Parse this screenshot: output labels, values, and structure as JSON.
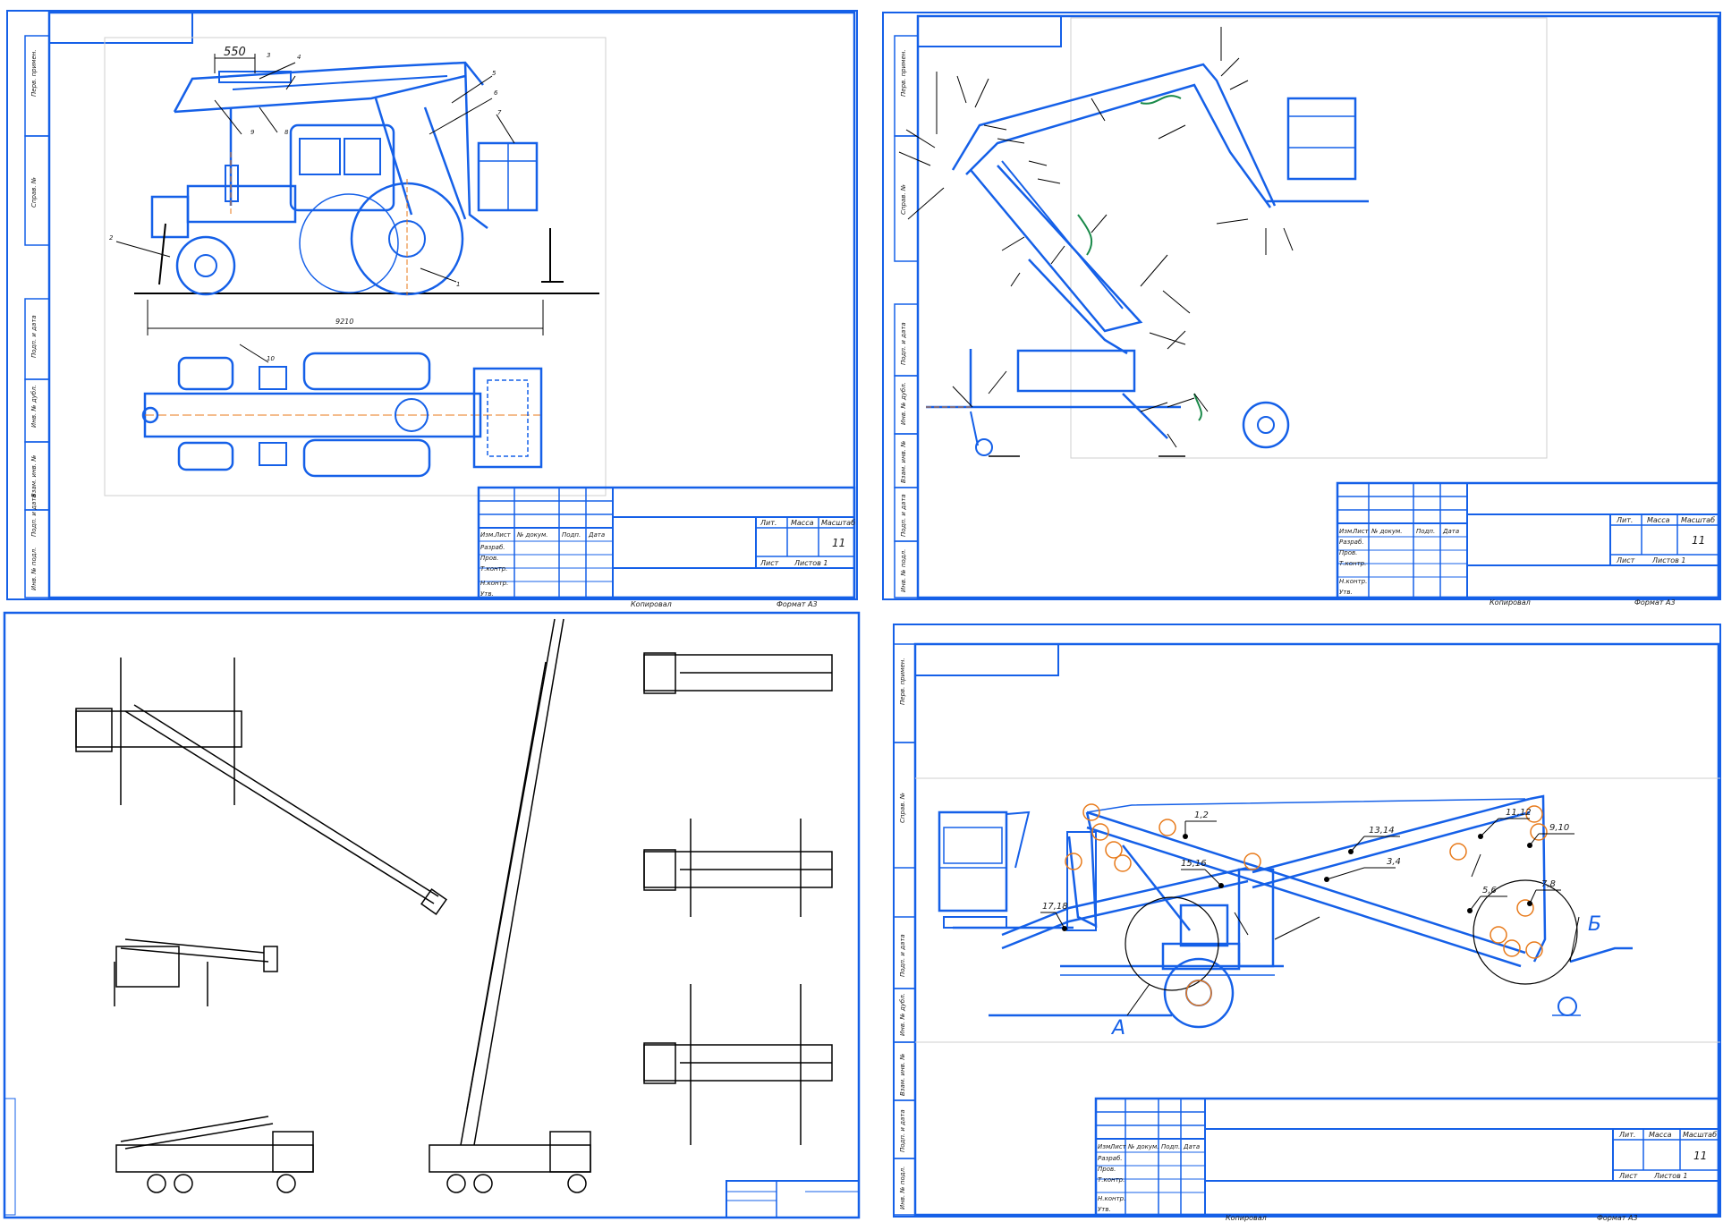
{
  "sheets": [
    {
      "id": "sheet-1",
      "dimension_top": "550",
      "dimension_bottom": "9210",
      "callouts": [
        "1",
        "2",
        "3",
        "4",
        "5",
        "6",
        "7",
        "8",
        "9",
        "10"
      ],
      "side_labels": [
        "Перв. примен.",
        "Справ. №",
        "Подп. и дата",
        "Инв. № дубл.",
        "Взам. инв. №",
        "Подп. и дата",
        "Инв. № подл."
      ],
      "title_block": {
        "rows": [
          "Изм.",
          "Лист",
          "№ докум.",
          "Подп.",
          "Дата"
        ],
        "roles": [
          "Разраб.",
          "Пров.",
          "Т.контр.",
          "Н.контр.",
          "Утв."
        ],
        "right_headers": [
          "Лит.",
          "Масса",
          "Масштаб"
        ],
        "scale": "11",
        "sheet_label": "Лист",
        "sheets_label": "Листов 1",
        "copied": "Копировал",
        "format": "Формат А3"
      }
    },
    {
      "id": "sheet-2",
      "side_labels": [
        "Перв. примен.",
        "Справ. №",
        "Подп. и дата",
        "Инв. № дубл.",
        "Взам. инв. №",
        "Подп. и дата",
        "Инв. № подл."
      ],
      "title_block": {
        "rows": [
          "Изм.",
          "Лист",
          "№ докум.",
          "Подп.",
          "Дата"
        ],
        "roles": [
          "Разраб.",
          "Пров.",
          "Т.контр.",
          "Н.контр.",
          "Утв."
        ],
        "right_headers": [
          "Лит.",
          "Масса",
          "Масштаб"
        ],
        "scale": "11",
        "sheet_label": "Лист",
        "sheets_label": "Листов 1",
        "copied": "Копировал",
        "format": "Формат А3"
      }
    },
    {
      "id": "sheet-3"
    },
    {
      "id": "sheet-4",
      "callouts": [
        "1,2",
        "13,14",
        "11,12",
        "9,10",
        "15,16",
        "3,4",
        "5,6",
        "7,8",
        "17,18"
      ],
      "view_a": "А",
      "view_b": "Б",
      "side_labels": [
        "Перв. примен.",
        "Справ. №",
        "Подп. и дата",
        "Инв. № дубл.",
        "Взам. инв. №",
        "Подп. и дата",
        "Инв. № подл."
      ],
      "title_block": {
        "rows": [
          "Изм.",
          "Лист",
          "№ докум.",
          "Подп.",
          "Дата"
        ],
        "roles": [
          "Разраб.",
          "Пров.",
          "Т.контр.",
          "Н.контр.",
          "Утв."
        ],
        "right_headers": [
          "Лит.",
          "Масса",
          "Масштаб"
        ],
        "scale": "11",
        "sheet_label": "Лист",
        "sheets_label": "Листов 1",
        "copied": "Копировал",
        "format": "Формат А3"
      }
    }
  ],
  "colors": {
    "ink": "#1560e8",
    "accent": "#e87a1a",
    "hydraulic": "#1a8a4a",
    "paper": "#ffffff",
    "frame": "#1560e8"
  }
}
